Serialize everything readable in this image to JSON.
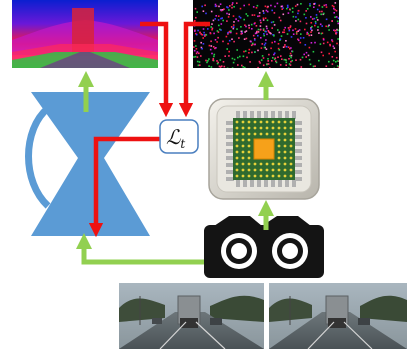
{
  "diagram": {
    "loss_symbol": "ℒ",
    "loss_subscript": "t",
    "colors": {
      "network_blue": "#5b9bd5",
      "arrow_green": "#92d050",
      "arrow_red": "#ee1111",
      "chip_frame": "#d8d6cf",
      "chip_die": "#2f6a2f",
      "chip_core": "#f6a11a",
      "camera_body": "#141414"
    },
    "icons": {
      "network": "hourglass-encoder-decoder-icon",
      "chip": "processor-chip-icon",
      "camera": "stereo-camera-icon",
      "output_left": "depth-map-image",
      "output_right": "point-cloud-image",
      "inputs": "road-scene-image-pair"
    }
  }
}
